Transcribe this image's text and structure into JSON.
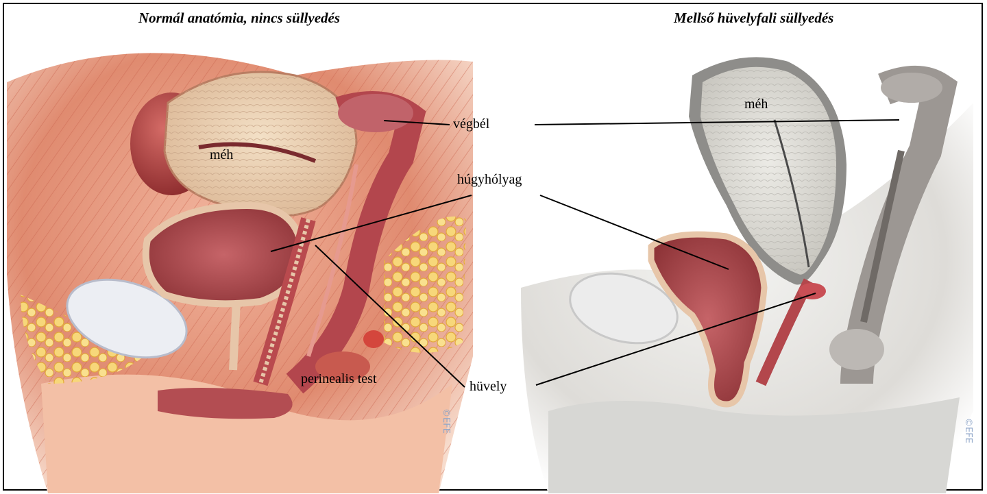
{
  "panels": {
    "left": {
      "title": "Normál anatómia, nincs süllyedés",
      "label_meh": "méh",
      "label_perineal": "perinealis test"
    },
    "right": {
      "title": "Mellső hüvelyfali süllyedés",
      "label_meh": "méh"
    }
  },
  "shared_labels": {
    "rectum": "végbél",
    "bladder": "húgyhólyag",
    "vagina": "hüvely"
  },
  "watermark": "©EFE",
  "colors": {
    "muscle": "#d9806a",
    "uterus": "#ecd2b4",
    "bladder_lining": "#a84a4e",
    "fat": "#f4cc5c",
    "desaturated": "#c9c9c9"
  }
}
